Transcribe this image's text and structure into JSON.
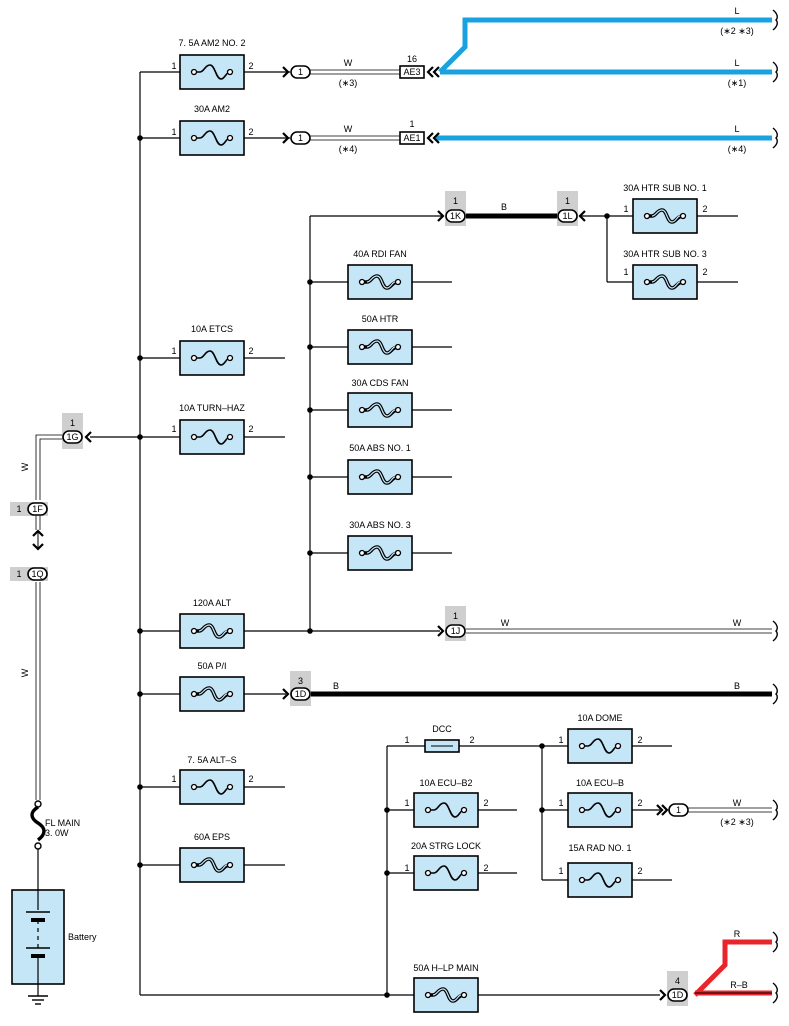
{
  "colors": {
    "fuse_fill": "#c5e6f7",
    "wire_L": "#1aa2e0",
    "wire_R": "#e8252a",
    "wire_RB_red": "#e8252a",
    "connector_tag": "#cfcfcf",
    "ink": "#000000"
  },
  "fuses": {
    "am2_no2": {
      "label": "7. 5A AM2 NO. 2",
      "pin1": "1",
      "pin2": "2",
      "type": "fuse"
    },
    "am2": {
      "label": "30A AM2",
      "pin1": "1",
      "pin2": "2",
      "type": "fuse"
    },
    "htr_sub1": {
      "label": "30A HTR SUB NO. 1",
      "pin1": "1",
      "pin2": "2",
      "type": "fusible-link"
    },
    "htr_sub3": {
      "label": "30A HTR SUB NO. 3",
      "pin1": "1",
      "pin2": "2",
      "type": "fusible-link"
    },
    "rdi_fan": {
      "label": "40A RDI FAN",
      "type": "fusible-link"
    },
    "htr": {
      "label": "50A HTR",
      "type": "fusible-link"
    },
    "cds_fan": {
      "label": "30A CDS FAN",
      "type": "fusible-link"
    },
    "abs1": {
      "label": "50A ABS NO. 1",
      "type": "fusible-link"
    },
    "abs3": {
      "label": "30A ABS NO. 3",
      "type": "fusible-link"
    },
    "etcs": {
      "label": "10A ETCS",
      "pin1": "1",
      "pin2": "2",
      "type": "fuse"
    },
    "turn_haz": {
      "label": "10A TURN–HAZ",
      "pin1": "1",
      "pin2": "2",
      "type": "fuse"
    },
    "alt": {
      "label": "120A ALT",
      "type": "fusible-link"
    },
    "pi": {
      "label": "50A P/I",
      "type": "fusible-link"
    },
    "alt_s": {
      "label": "7. 5A ALT–S",
      "pin1": "1",
      "pin2": "2",
      "type": "fuse"
    },
    "eps": {
      "label": "60A EPS",
      "type": "fusible-link"
    },
    "dcc": {
      "label": "DCC",
      "pin1": "1",
      "pin2": "2",
      "type": "fuse-small"
    },
    "ecu_b2": {
      "label": "10A ECU–B2",
      "pin1": "1",
      "pin2": "2",
      "type": "fuse"
    },
    "strg_lock": {
      "label": "20A STRG LOCK",
      "pin1": "1",
      "pin2": "2",
      "type": "fuse"
    },
    "dome": {
      "label": "10A DOME",
      "pin1": "1",
      "pin2": "2",
      "type": "fuse"
    },
    "ecu_b": {
      "label": "10A ECU–B",
      "pin1": "1",
      "pin2": "2",
      "type": "fuse"
    },
    "rad1": {
      "label": "15A RAD NO. 1",
      "pin1": "1",
      "pin2": "2",
      "type": "fuse"
    },
    "hlp_main": {
      "label": "50A H–LP MAIN",
      "type": "fusible-link"
    }
  },
  "connectors": {
    "c1_am2no2": {
      "code": "1"
    },
    "ae3": {
      "code": "AE3",
      "pin": "16"
    },
    "c1_am2": {
      "code": "1"
    },
    "ae1": {
      "code": "AE1",
      "pin": "1"
    },
    "k1": {
      "code": "1K",
      "pin": "1"
    },
    "l1": {
      "code": "1L",
      "pin": "1"
    },
    "g1": {
      "code": "1G",
      "pin": "1"
    },
    "f1": {
      "code": "1F",
      "pin": "1"
    },
    "q1": {
      "code": "1Q",
      "pin": "1"
    },
    "j1": {
      "code": "1J",
      "pin": "1"
    },
    "d1_pi": {
      "code": "1D",
      "pin": "3"
    },
    "c1_ecub": {
      "code": "1"
    },
    "d1_hlp": {
      "code": "1D",
      "pin": "4"
    }
  },
  "wires": {
    "am2no2_color": "W",
    "am2no2_note": "(∗3)",
    "am2_color": "W",
    "am2_note": "(∗4)",
    "L_top_color": "L",
    "L_top_note": "(∗2 ∗3)",
    "L_mid_color": "L",
    "L_mid_note": "(∗1)",
    "L_low_color": "L",
    "L_low_note": "(∗4)",
    "htr_sub_color": "B",
    "alt_out_color_a": "W",
    "alt_out_color_b": "W",
    "pi_out_color_a": "B",
    "pi_out_color_b": "B",
    "battery_upper_color": "W",
    "battery_lower_color": "W",
    "ecub_color": "W",
    "ecub_note": "(∗2 ∗3)",
    "hlp_R": "R",
    "hlp_RB": "R–B"
  },
  "battery": {
    "fl_main_label_1": "FL MAIN",
    "fl_main_label_2": "3. 0W",
    "label": "Battery"
  }
}
